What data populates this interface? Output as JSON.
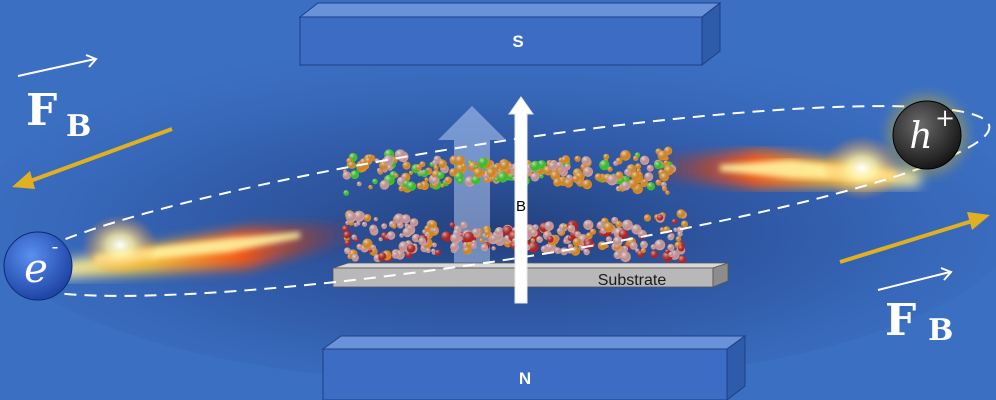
{
  "magnets": {
    "top_label": "S",
    "bottom_label": "N"
  },
  "field": {
    "label": "B"
  },
  "substrate": {
    "label": "Substrate"
  },
  "particles": {
    "electron_symbol": "e",
    "electron_sup": "-",
    "hole_symbol": "h",
    "hole_sup": "+"
  },
  "forces": {
    "left_label_main": "F",
    "left_label_sub": "B",
    "right_label_main": "F",
    "right_label_sub": "B"
  },
  "colors": {
    "background": "#3b6fc2",
    "magnet_face": "#3c6cc4",
    "force_arrow": "#e0b020",
    "trail_core": "#ffe35a",
    "trail_outer": "#ff3a10",
    "atom_orange": "#e8901e",
    "atom_green": "#3ad02a",
    "atom_pink": "#d9a0a0",
    "atom_red": "#c02020"
  }
}
